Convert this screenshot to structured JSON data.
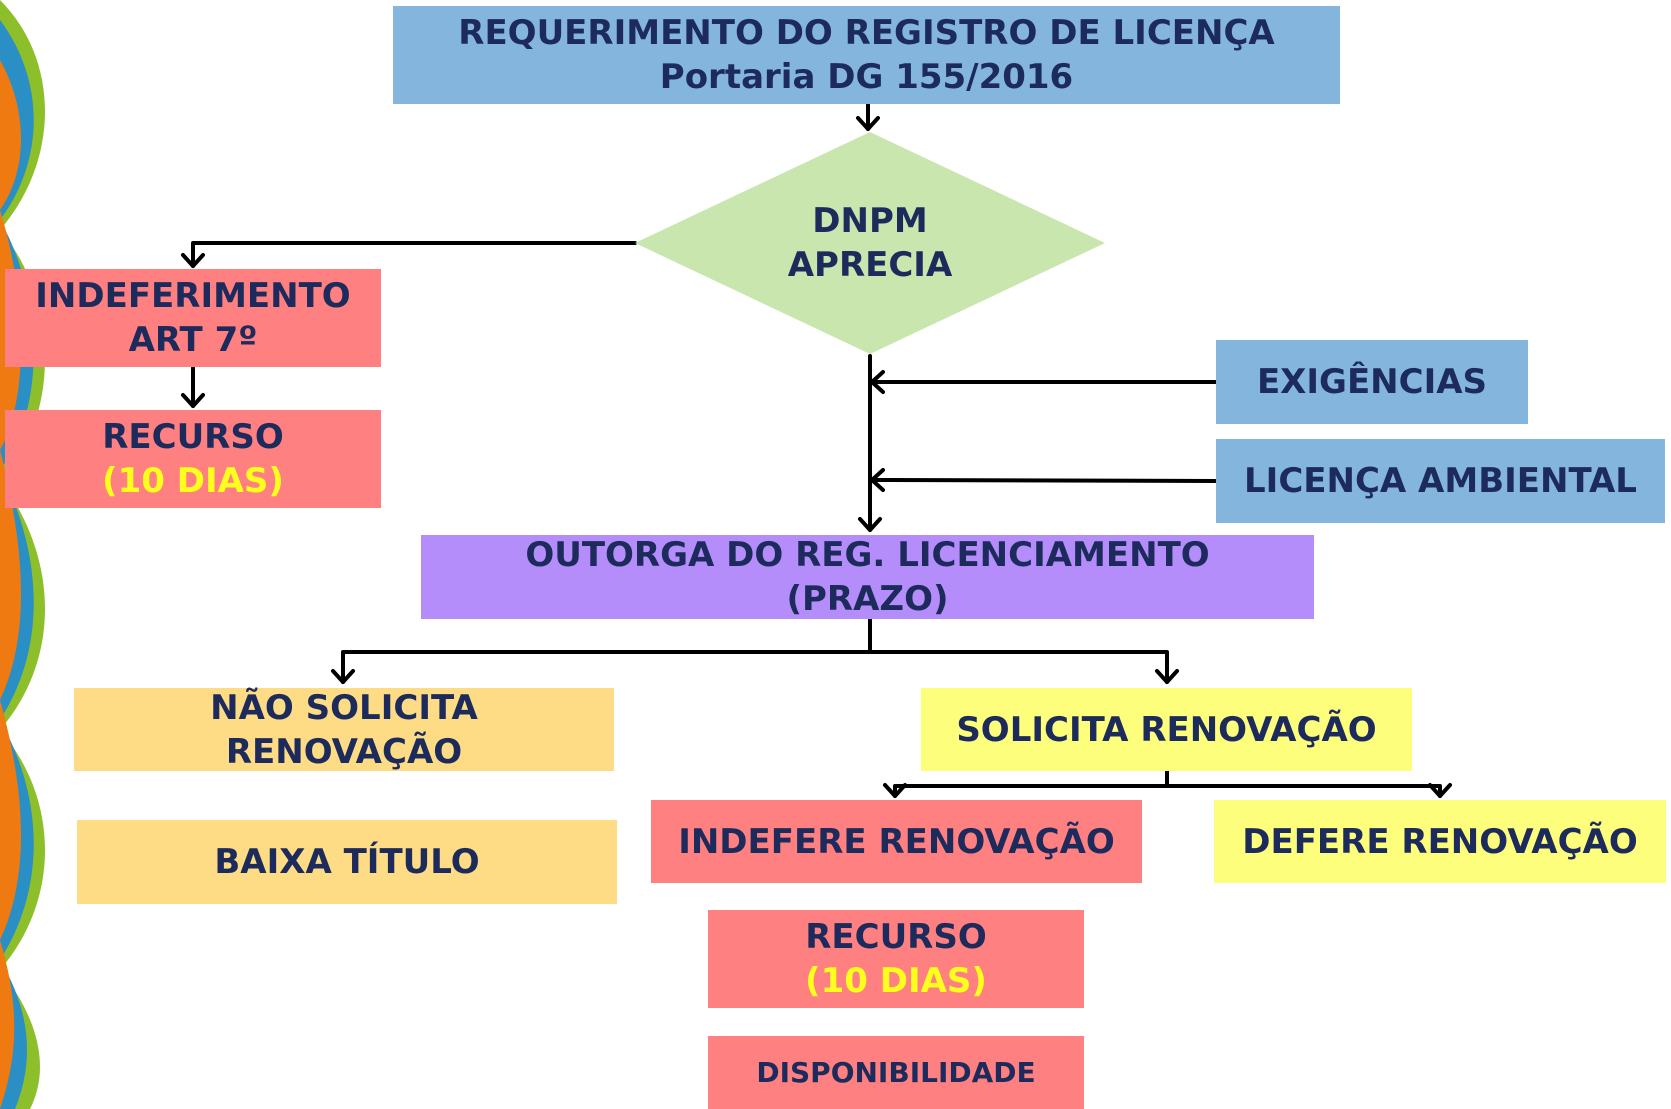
{
  "colors": {
    "blue_box": "#84b6dd",
    "red_box": "#ff8080",
    "purple_box": "#b48dfa",
    "sand_box": "#fddc85",
    "yellow_box": "#fefe7d",
    "decision": "#c8e6ae",
    "text": "#1d2a5c",
    "accent_text": "#fffe1c"
  },
  "nodes": {
    "requerimento": {
      "line1": "REQUERIMENTO  DO REGISTRO DE LICENÇA",
      "line2": "Portaria DG 155/2016"
    },
    "dnpm": {
      "line1": "DNPM",
      "line2": "APRECIA"
    },
    "indeferimento": {
      "line1": "INDEFERIMENTO",
      "line2": "ART 7º"
    },
    "recurso_1": {
      "line1": "RECURSO",
      "line2": "(10 DIAS)"
    },
    "exigencias": {
      "label": "EXIGÊNCIAS"
    },
    "licenca_ambiental": {
      "label": "LICENÇA AMBIENTAL"
    },
    "outorga": {
      "line1": "OUTORGA DO REG. LICENCIAMENTO",
      "line2": "(PRAZO)"
    },
    "nao_solicita": {
      "line1": "NÃO SOLICITA",
      "line2": "RENOVAÇÃO"
    },
    "baixa_titulo": {
      "label": "BAIXA TÍTULO"
    },
    "solicita": {
      "label": "SOLICITA RENOVAÇÃO"
    },
    "indefere": {
      "label": "INDEFERE RENOVAÇÃO"
    },
    "defere": {
      "label": "DEFERE RENOVAÇÃO"
    },
    "recurso_2": {
      "line1": "RECURSO",
      "line2": "(10 DIAS)"
    },
    "disponibilidade": {
      "label": "DISPONIBILIDADE"
    }
  }
}
